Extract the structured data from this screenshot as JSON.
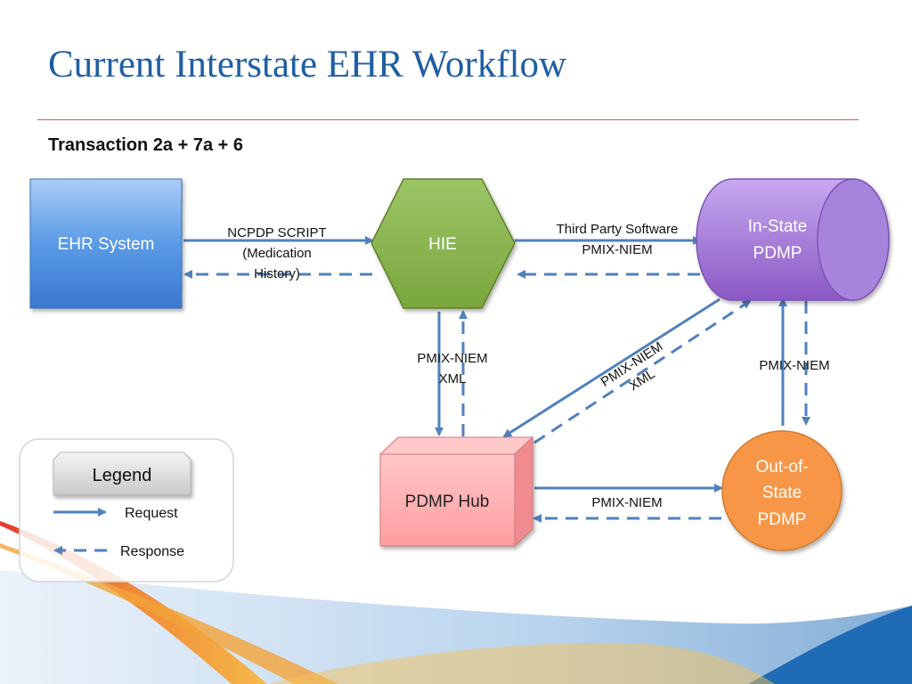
{
  "slide": {
    "title": "Current Interstate EHR Workflow",
    "subtitle": "Transaction 2a + 7a + 6"
  },
  "nodes": {
    "ehr": {
      "label": "EHR System"
    },
    "hie": {
      "label": "HIE"
    },
    "instate": {
      "line1": "In-State",
      "line2": "PDMP"
    },
    "hub": {
      "label": "PDMP Hub"
    },
    "outstate": {
      "line1": "Out-of-",
      "line2": "State",
      "line3": "PDMP"
    }
  },
  "edges": {
    "ehr_hie": {
      "line1": "NCPDP SCRIPT",
      "line2": "(Medication",
      "line3": "History)"
    },
    "hie_instate": {
      "line1": "Third Party Software",
      "line2": "PMIX-NIEM"
    },
    "hie_hub": {
      "line1": "PMIX-NIEM",
      "line2": "XML"
    },
    "instate_hub": {
      "line1": "PMIX-NIEM",
      "line2": "XML"
    },
    "instate_outstate": {
      "label": "PMIX-NIEM"
    },
    "hub_outstate": {
      "label": "PMIX-NIEM"
    }
  },
  "legend": {
    "title": "Legend",
    "request": "Request",
    "response": "Response"
  },
  "colors": {
    "arrow": "#4f81bd",
    "ehr": "#4a8de0",
    "hie": "#8db750",
    "instate": "#9b6fd0",
    "hub": "#ffb3b5",
    "outstate": "#f79646",
    "title": "#1f5fa3"
  }
}
